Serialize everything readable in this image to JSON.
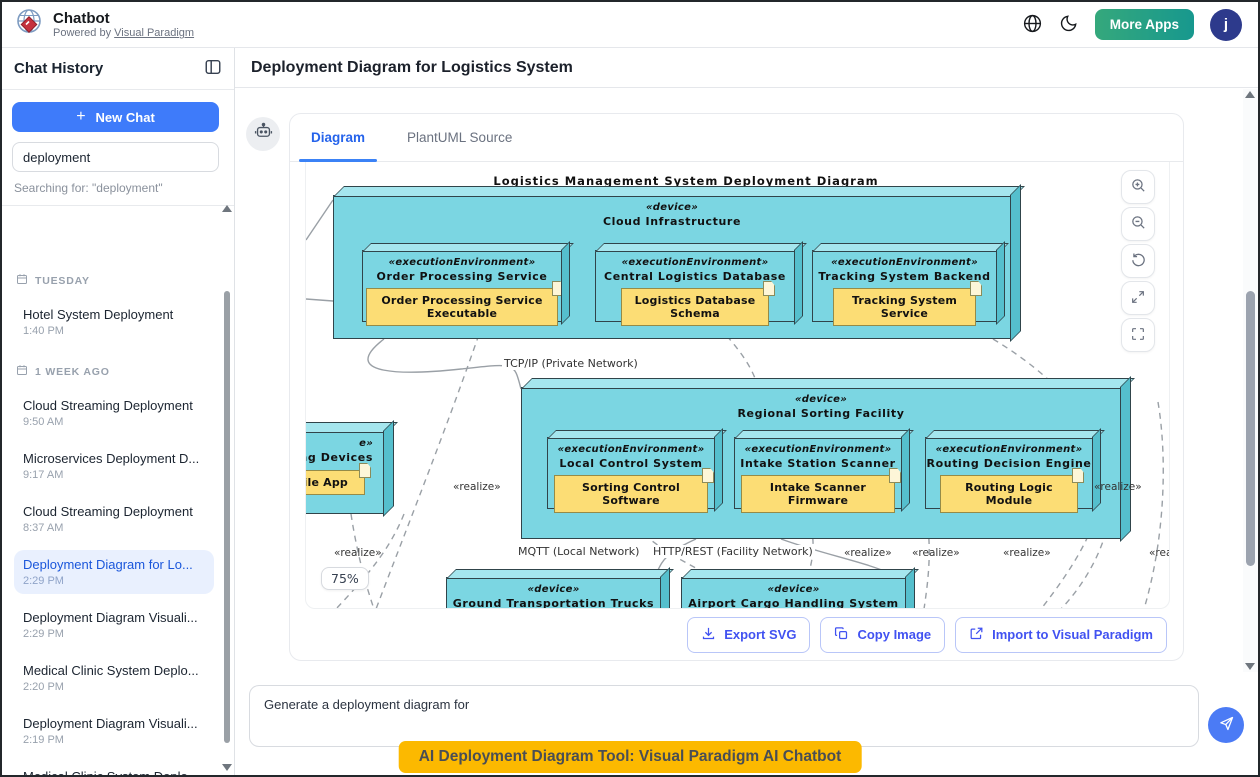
{
  "header": {
    "app_title": "Chatbot",
    "powered_prefix": "Powered by",
    "powered_link": "Visual Paradigm",
    "more_apps": "More Apps",
    "avatar_initial": "j"
  },
  "sidebar": {
    "title": "Chat History",
    "new_chat_plus": "+",
    "new_chat": "New Chat",
    "search_value": "deployment",
    "search_status": "Searching for: \"deployment\"",
    "groups": [
      {
        "label": "TUESDAY",
        "items": [
          {
            "title": "Hotel System Deployment",
            "time": "1:40 PM"
          }
        ]
      },
      {
        "label": "1 WEEK AGO",
        "items": [
          {
            "title": "Cloud Streaming Deployment",
            "time": "9:50 AM"
          },
          {
            "title": "Microservices Deployment D...",
            "time": "9:17 AM"
          },
          {
            "title": "Cloud Streaming Deployment",
            "time": "8:37 AM"
          },
          {
            "title": "Deployment Diagram for Lo...",
            "time": "2:29 PM"
          },
          {
            "title": "Deployment Diagram Visuali...",
            "time": "2:29 PM"
          },
          {
            "title": "Medical Clinic System Deplo...",
            "time": "2:20 PM"
          },
          {
            "title": "Deployment Diagram Visuali...",
            "time": "2:19 PM"
          },
          {
            "title": "Medical Clinic System Deplo...",
            "time": ""
          }
        ]
      }
    ]
  },
  "main": {
    "title": "Deployment Diagram for Logistics System",
    "tabs": {
      "diagram": "Diagram",
      "source": "PlantUML Source"
    },
    "zoom_level": "75%",
    "actions": {
      "export": "Export SVG",
      "copy": "Copy Image",
      "import": "Import to Visual Paradigm"
    },
    "input_value": "Generate a deployment diagram for"
  },
  "diagram": {
    "title": "Logistics Management System Deployment Diagram",
    "device_stereotype": "«device»",
    "env_stereotype": "«executionEnvironment»",
    "cloud": {
      "name": "Cloud Infrastructure",
      "envs": [
        {
          "name": "Order Processing Service",
          "artifact": "Order Processing Service Executable"
        },
        {
          "name": "Central Logistics Database",
          "artifact": "Logistics Database Schema"
        },
        {
          "name": "Tracking System Backend",
          "artifact": "Tracking System Service"
        }
      ]
    },
    "facility": {
      "name": "Regional Sorting Facility",
      "envs": [
        {
          "name": "Local Control System",
          "artifact": "Sorting Control Software"
        },
        {
          "name": "Intake Station Scanner",
          "artifact": "Intake Scanner Firmware"
        },
        {
          "name": "Routing Decision Engine",
          "artifact": "Routing Logic Module"
        }
      ]
    },
    "clipped_left": {
      "stereotype_fragment": "e»",
      "name_fragment": "ing Devices",
      "artifact_fragment": "r Mobile App"
    },
    "bottom": [
      {
        "name": "Ground Transportation Trucks"
      },
      {
        "name": "Airport Cargo Handling System"
      }
    ],
    "links": {
      "tcpip": "TCP/IP (Private Network)",
      "mqtt": "MQTT (Local Network)",
      "http": "HTTP/REST (Facility Network)",
      "realize": "«realize»"
    }
  },
  "banner": {
    "text": "AI Deployment Diagram Tool: Visual Paradigm AI Chatbot"
  },
  "colors": {
    "accent_blue": "#3E7BFA",
    "tab_blue": "#2563EB",
    "node_cyan": "#7BD6E2",
    "artifact_yellow": "#FCDD75",
    "banner_yellow": "#FCB900",
    "more_apps_green": "#2AA881",
    "avatar_indigo": "#2D3A8C",
    "selected_item_bg": "#E9F0FE"
  }
}
